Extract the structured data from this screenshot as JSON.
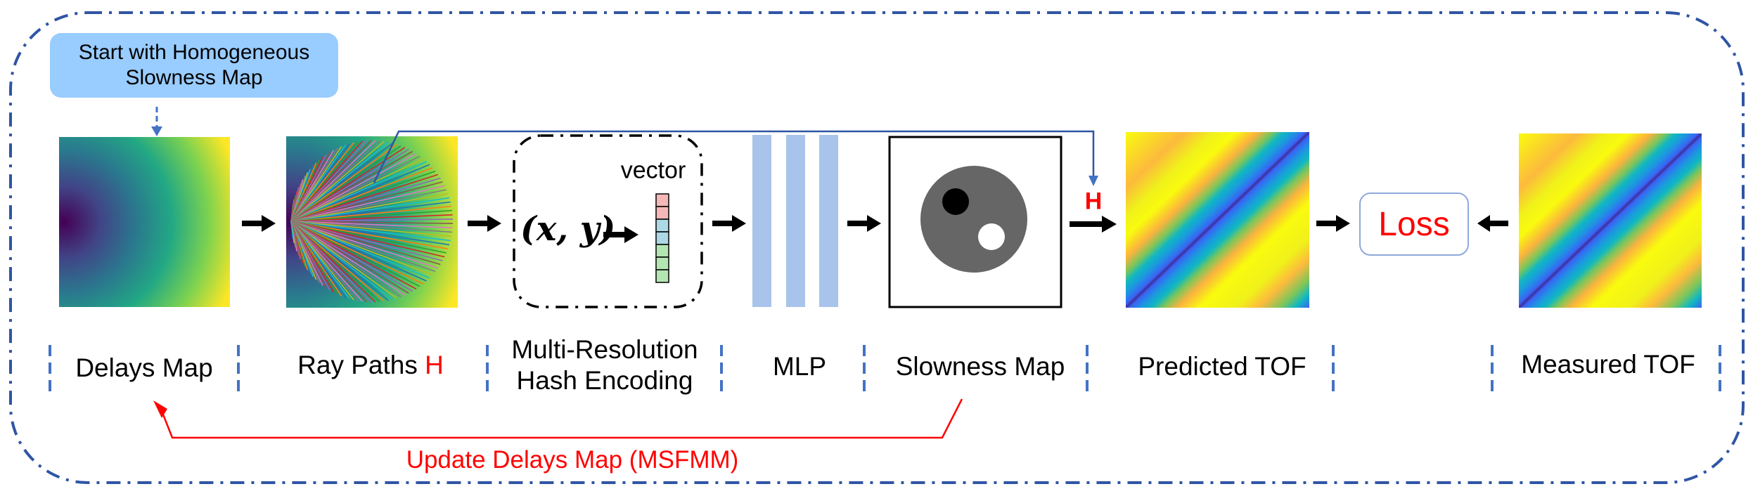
{
  "start_box": {
    "line1": "Start with Homogeneous",
    "line2": "Slowness Map"
  },
  "panels": {
    "delays_map": {
      "label": "Delays Map",
      "image": "viridis-radial-gradient"
    },
    "ray_paths": {
      "label": "Ray Paths",
      "label_suffix": "H",
      "image": "ray-fan-over-viridis"
    },
    "hash_encoding": {
      "label_line1": "Multi-Resolution",
      "label_line2": "Hash Encoding",
      "input_text": "(x, y)",
      "vector_text": "vector",
      "vector_cells": [
        "#F4B8B8",
        "#F4B8B8",
        "#ADD8E6",
        "#ADD8E6",
        "#B3E6B3",
        "#B3E6B3",
        "#B3E6B3"
      ]
    },
    "mlp": {
      "label": "MLP",
      "layers": 3
    },
    "slowness_map": {
      "label": "Slowness Map",
      "image": "phantom-disk-with-inclusions"
    },
    "predicted_tof": {
      "label": "Predicted TOF",
      "image": "parula-diagonal-stripes"
    },
    "loss": {
      "label": "Loss"
    },
    "measured_tof": {
      "label": "Measured TOF",
      "image": "parula-diagonal-stripes"
    }
  },
  "h_marker": "H",
  "feedback": {
    "label": "Update Delays Map (MSFMM)"
  },
  "colors": {
    "frame_border": "#2F55A4",
    "divider": "#4472C4",
    "connector_blue": "#2F55A4",
    "arrow_blue": "#4472C4",
    "feedback_red": "#FF0000",
    "start_box_fill": "#99CCFF",
    "mlp_layer": "#A9C4EB",
    "loss_border": "#8EA9DB",
    "phantom_gray": "#666666"
  }
}
